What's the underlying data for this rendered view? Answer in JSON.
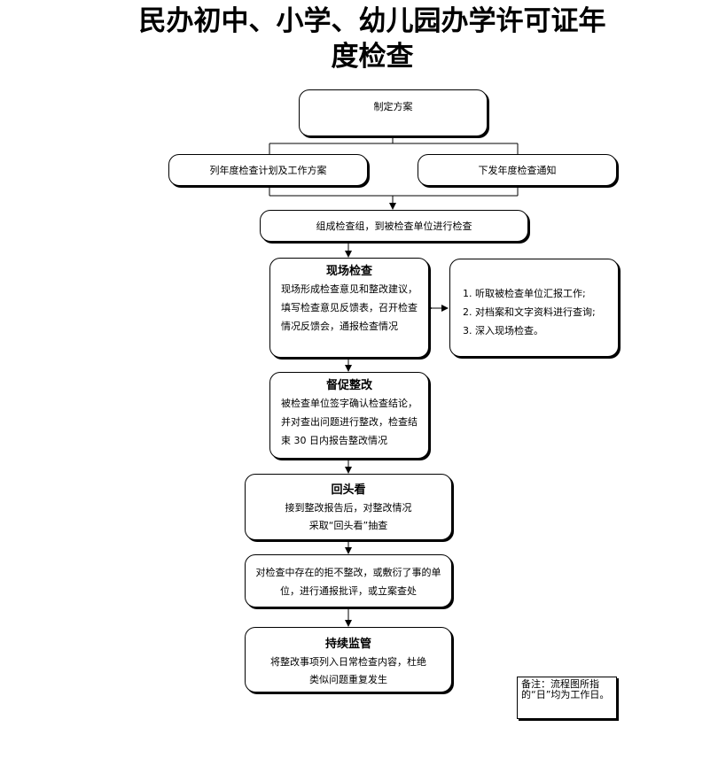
{
  "title": {
    "line1": "民办初中、小学、幼儿园办学许可证年",
    "line2": "度检查"
  },
  "flow": {
    "step1": "制定方案",
    "step2a": "列年度检查计划及工作方案",
    "step2b": "下发年度检查通知",
    "step3": "组成检查组，到被检查单位进行检查",
    "step4": {
      "heading": "现场检查",
      "text": "现场形成检查意见和整改建议，填写检查意见反馈表，召开检查情况反馈会，通报检查情况"
    },
    "side": {
      "items": [
        "1. 听取被检查单位汇报工作;",
        "2. 对档案和文字资料进行查询;",
        "3. 深入现场检查。"
      ]
    },
    "step5": {
      "heading": "督促整改",
      "text": "被检查单位签字确认检查结论，并对查出问题进行整改，检查结束 30 日内报告整改情况"
    },
    "step6": {
      "heading": "回头看",
      "line1": "接到整改报告后，对整改情况",
      "line2": "采取“回头看”抽查"
    },
    "step7": {
      "line1": "对检查中存在的拒不整改，或敷衍了事的单",
      "line2": "位，进行通报批评，或立案查处"
    },
    "step8": {
      "heading": "持续监管",
      "line1": "将整改事项列入日常检查内容，杜绝",
      "line2": "类似问题重复发生"
    }
  },
  "note": "备注：流程图所指的“日”均为工作日。"
}
